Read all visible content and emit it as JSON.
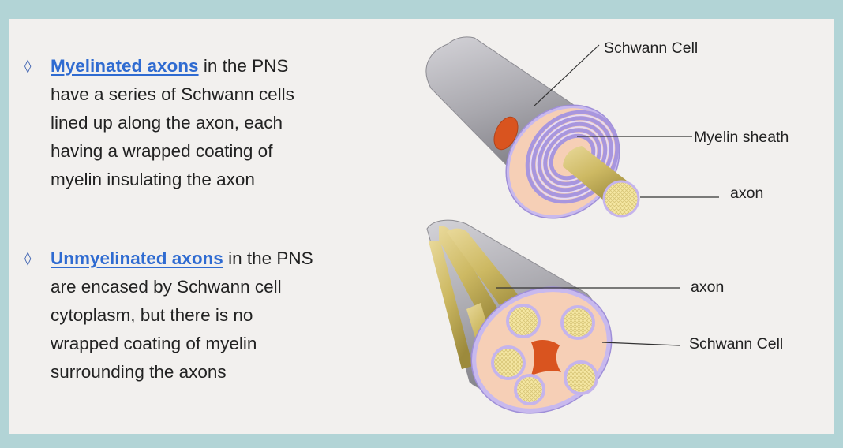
{
  "bullets": [
    {
      "marker": "◊",
      "keyword": "Myelinated axons",
      "lines": [
        " in the PNS",
        "have a series of Schwann cells",
        "lined up along the axon, each",
        "having a wrapped coating of",
        "myelin insulating the axon"
      ]
    },
    {
      "marker": "◊",
      "keyword": "Unmyelinated axons",
      "lines": [
        " in the PNS",
        "are encased by Schwann cell",
        "cytoplasm, but there is no",
        "wrapped coating of myelin",
        "surrounding the axons"
      ]
    }
  ],
  "diagram_labels": {
    "top_schwann_cell": "Schwann Cell",
    "top_myelin_sheath": "Myelin sheath",
    "top_axon": "axon",
    "bottom_axon": "axon",
    "bottom_schwann_cell": "Schwann Cell"
  },
  "colors": {
    "frame": "#b2d4d6",
    "panel": "#f2f0ee",
    "keyword": "#2f6bd1",
    "schwann_outer": "#a7a6ac",
    "myelin_lavender": "#c6b7ec",
    "cytoplasm": "#f6cfb6",
    "nucleus": "#d9541f",
    "axon_gold": "#d9c777"
  }
}
